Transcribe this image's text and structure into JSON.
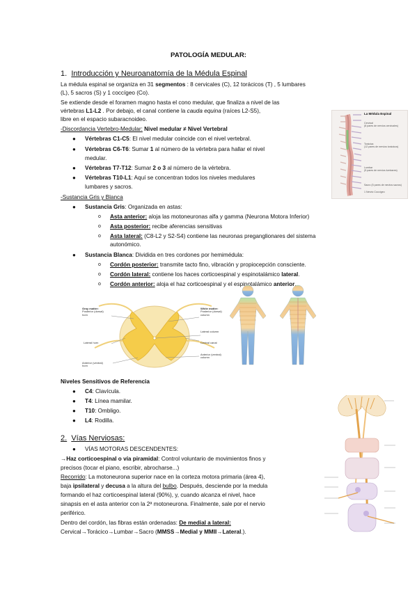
{
  "title": "PATOLOGÍA MEDULAR:",
  "s1": {
    "num": "1.",
    "heading": "Introducción y Neuroanatomía de la Médula Espinal",
    "p1a": "La médula espinal se organiza en 31 ",
    "p1b": "segmentos",
    "p1c": " : 8 cervicales (C), 12 torácicos (T) , 5 lumbares",
    "p2": "(L), 5 sacros (S) y 1 coccígeo (Co).",
    "p3": "Se extiende desde el foramen magno hasta el cono medular, que finaliza a nivel de las",
    "p4a": "vértebras ",
    "p4b": "L1-L2",
    "p4c": " . Por debajo, el canal contiene la ",
    "p4d": "cauda equina",
    "p4e": " (raíces L2-S5),",
    "p5": "libre en el espacio subaracnoideo.",
    "disc_a": "-Discordancia Vertebro-Medular:",
    "disc_b": " Nivel medular ≠ Nivel Vertebral",
    "v1a": "Vértebras C1-C5",
    "v1b": ":  El nivel medular coincide con el nivel vertebral.",
    "v2a": "Vértebras C6-T6",
    "v2b": ":  Sumar ",
    "v2c": "1",
    "v2d": " al número de la vértebra para hallar el nivel",
    "v2e": "medular.",
    "v3a": "Vértebras T7-T12",
    "v3b": ":  Sumar ",
    "v3c": "2 o 3",
    "v3d": " al número de la vértebra.",
    "v4a": "Vértebras T10-L1",
    "v4b": ":  Aquí se concentran todos los niveles medulares",
    "v4c": "lumbares y sacros.",
    "gray_white": "-Sustancia Gris y Blanca",
    "sg_a": "Sustancia Gris",
    "sg_b": ":  Organizada en astas:",
    "aa_a": "Asta anterior:",
    "aa_b": " aloja las motoneuronas alfa y gamma (Neurona Motora Inferior)",
    "ap_a": "Asta posterior:",
    "ap_b": " recibe aferencias sensitivas",
    "al_a": "Asta lateral:",
    "al_b": " (C8-L2 y S2-S4)  contiene las neuronas preganglionares del sistema",
    "al_c": "autonómico.",
    "sb_a": "Sustancia Blanca",
    "sb_b": ": Dividida en tres cordones por hemimédula:",
    "cp_a": "Cordón posterior:",
    "cp_b": " transmite tacto fino, vibración y propiocepción consciente.",
    "cl_a": "Cordón lateral:",
    "cl_b": "  contiene los haces corticoespinal y espinotalámico ",
    "cl_c": "lateral",
    "cl_d": ".",
    "ca_a": "Cordón anterior:",
    "ca_b": " aloja el haz corticoespinal y el espinotalámico ",
    "ca_c": "anterior",
    "ca_d": "."
  },
  "niveles": {
    "heading": "Niveles Sensitivos de Referencia",
    "items": [
      {
        "k": "C4",
        "v": ":  Clavícula."
      },
      {
        "k": "T4",
        "v": ":  Línea mamilar."
      },
      {
        "k": "T10",
        "v": ":  Ombligo."
      },
      {
        "k": "L4",
        "v": ":  Rodilla."
      }
    ]
  },
  "s2": {
    "num": "2.",
    "heading": "Vías Nerviosas:",
    "desc": "VÍAS MOTORAS DESCENDENTES:",
    "arrow": "→",
    "hca": "Haz corticoespinal o vía piramidal",
    "hcb": ": Control voluntario de movimientos finos y",
    "hcc": "precisos (tocar el piano, escribir, abrocharse...)",
    "r1a": "Recorrido",
    "r1b": ": La motoneurona superior nace en la corteza motora primaria (área 4),",
    "r2a": "baja ",
    "r2b": "ipsilateral",
    "r2c": " y ",
    "r2d": "decusa",
    "r2e": " a la altura del ",
    "r2f": "bulbo",
    "r2g": ". Después, desciende por la medula",
    "r3": "formando el haz corticoespinal lateral (90%), y, cuando alcanza el nivel, hace",
    "r4": "sinapsis en el asta anterior con la 2ª motoneurona. Finalmente, sale por el nervio",
    "r5": "periférico.",
    "d1a": "Dentro del cordón, las fibras están ordenadas: ",
    "d1b": "De medial a lateral:",
    "d2a": "Cervical→Torácico→Lumbar→Sacro (",
    "d2b": "MMSS→Medial y MMII→Lateral",
    "d2c": ".)."
  },
  "fig_spine": {
    "title": "La Médula Espinal",
    "l1": "Cervical",
    "l1s": "(8 pares de nervios cervicales)",
    "l2": "Torácica",
    "l2s": "(12 pares de nervios torácicos)",
    "l3": "Lumbar",
    "l3s": "(5 pares de nervios lumbares)",
    "l4": "Sacro (5 pares de nervios sacros)",
    "l5": "1 Nervio Coccígeo"
  },
  "fig_cross": {
    "gray": "Gray matter:",
    "gray2": "Posterior (dorsal)",
    "gray3": "horn",
    "lateral": "Lateral horn",
    "ant": "Anterior (ventral)",
    "ant2": "horn",
    "white": "White matter:",
    "white2": "Posterior (dorsal)",
    "white3": "column",
    "latcol": "Lateral column",
    "central": "Central canal",
    "antcol": "Anterior (ventral)",
    "antcol2": "column"
  },
  "colors": {
    "gray_matter": "#f5cc4a",
    "white_matter": "#f8e7b2",
    "derm_a": "#f2c98f",
    "derm_b": "#8fb8e0",
    "derm_c": "#b9e3a8"
  }
}
